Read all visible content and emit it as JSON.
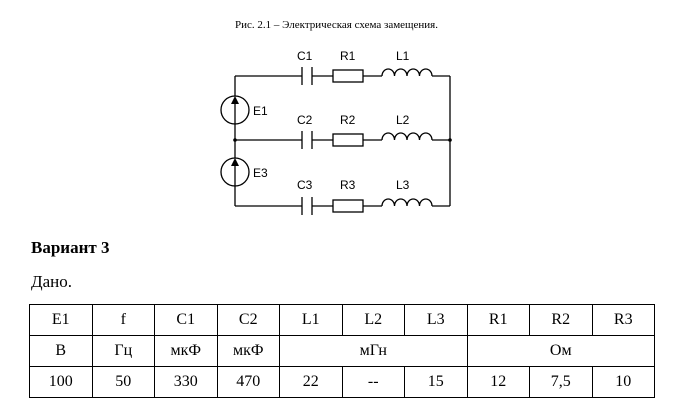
{
  "figure": {
    "caption": "Рис. 2.1 – Электрическая схема замещения.",
    "labels": {
      "C1": "C1",
      "R1": "R1",
      "L1": "L1",
      "C2": "C2",
      "R2": "R2",
      "L2": "L2",
      "C3": "C3",
      "R3": "R3",
      "L3": "L3",
      "E1": "E1",
      "E3": "E3"
    }
  },
  "variant_title": "Вариант 3",
  "given_label": "Дано.",
  "table": {
    "headers": [
      "E1",
      "f",
      "C1",
      "C2",
      "L1",
      "L2",
      "L3",
      "R1",
      "R2",
      "R3"
    ],
    "units": {
      "E1": "В",
      "f": "Гц",
      "C1": "мкФ",
      "C2": "мкФ",
      "L_group": "мГн",
      "R_group": "Ом"
    },
    "values": [
      "100",
      "50",
      "330",
      "470",
      "22",
      "--",
      "15",
      "12",
      "7,5",
      "10"
    ]
  }
}
